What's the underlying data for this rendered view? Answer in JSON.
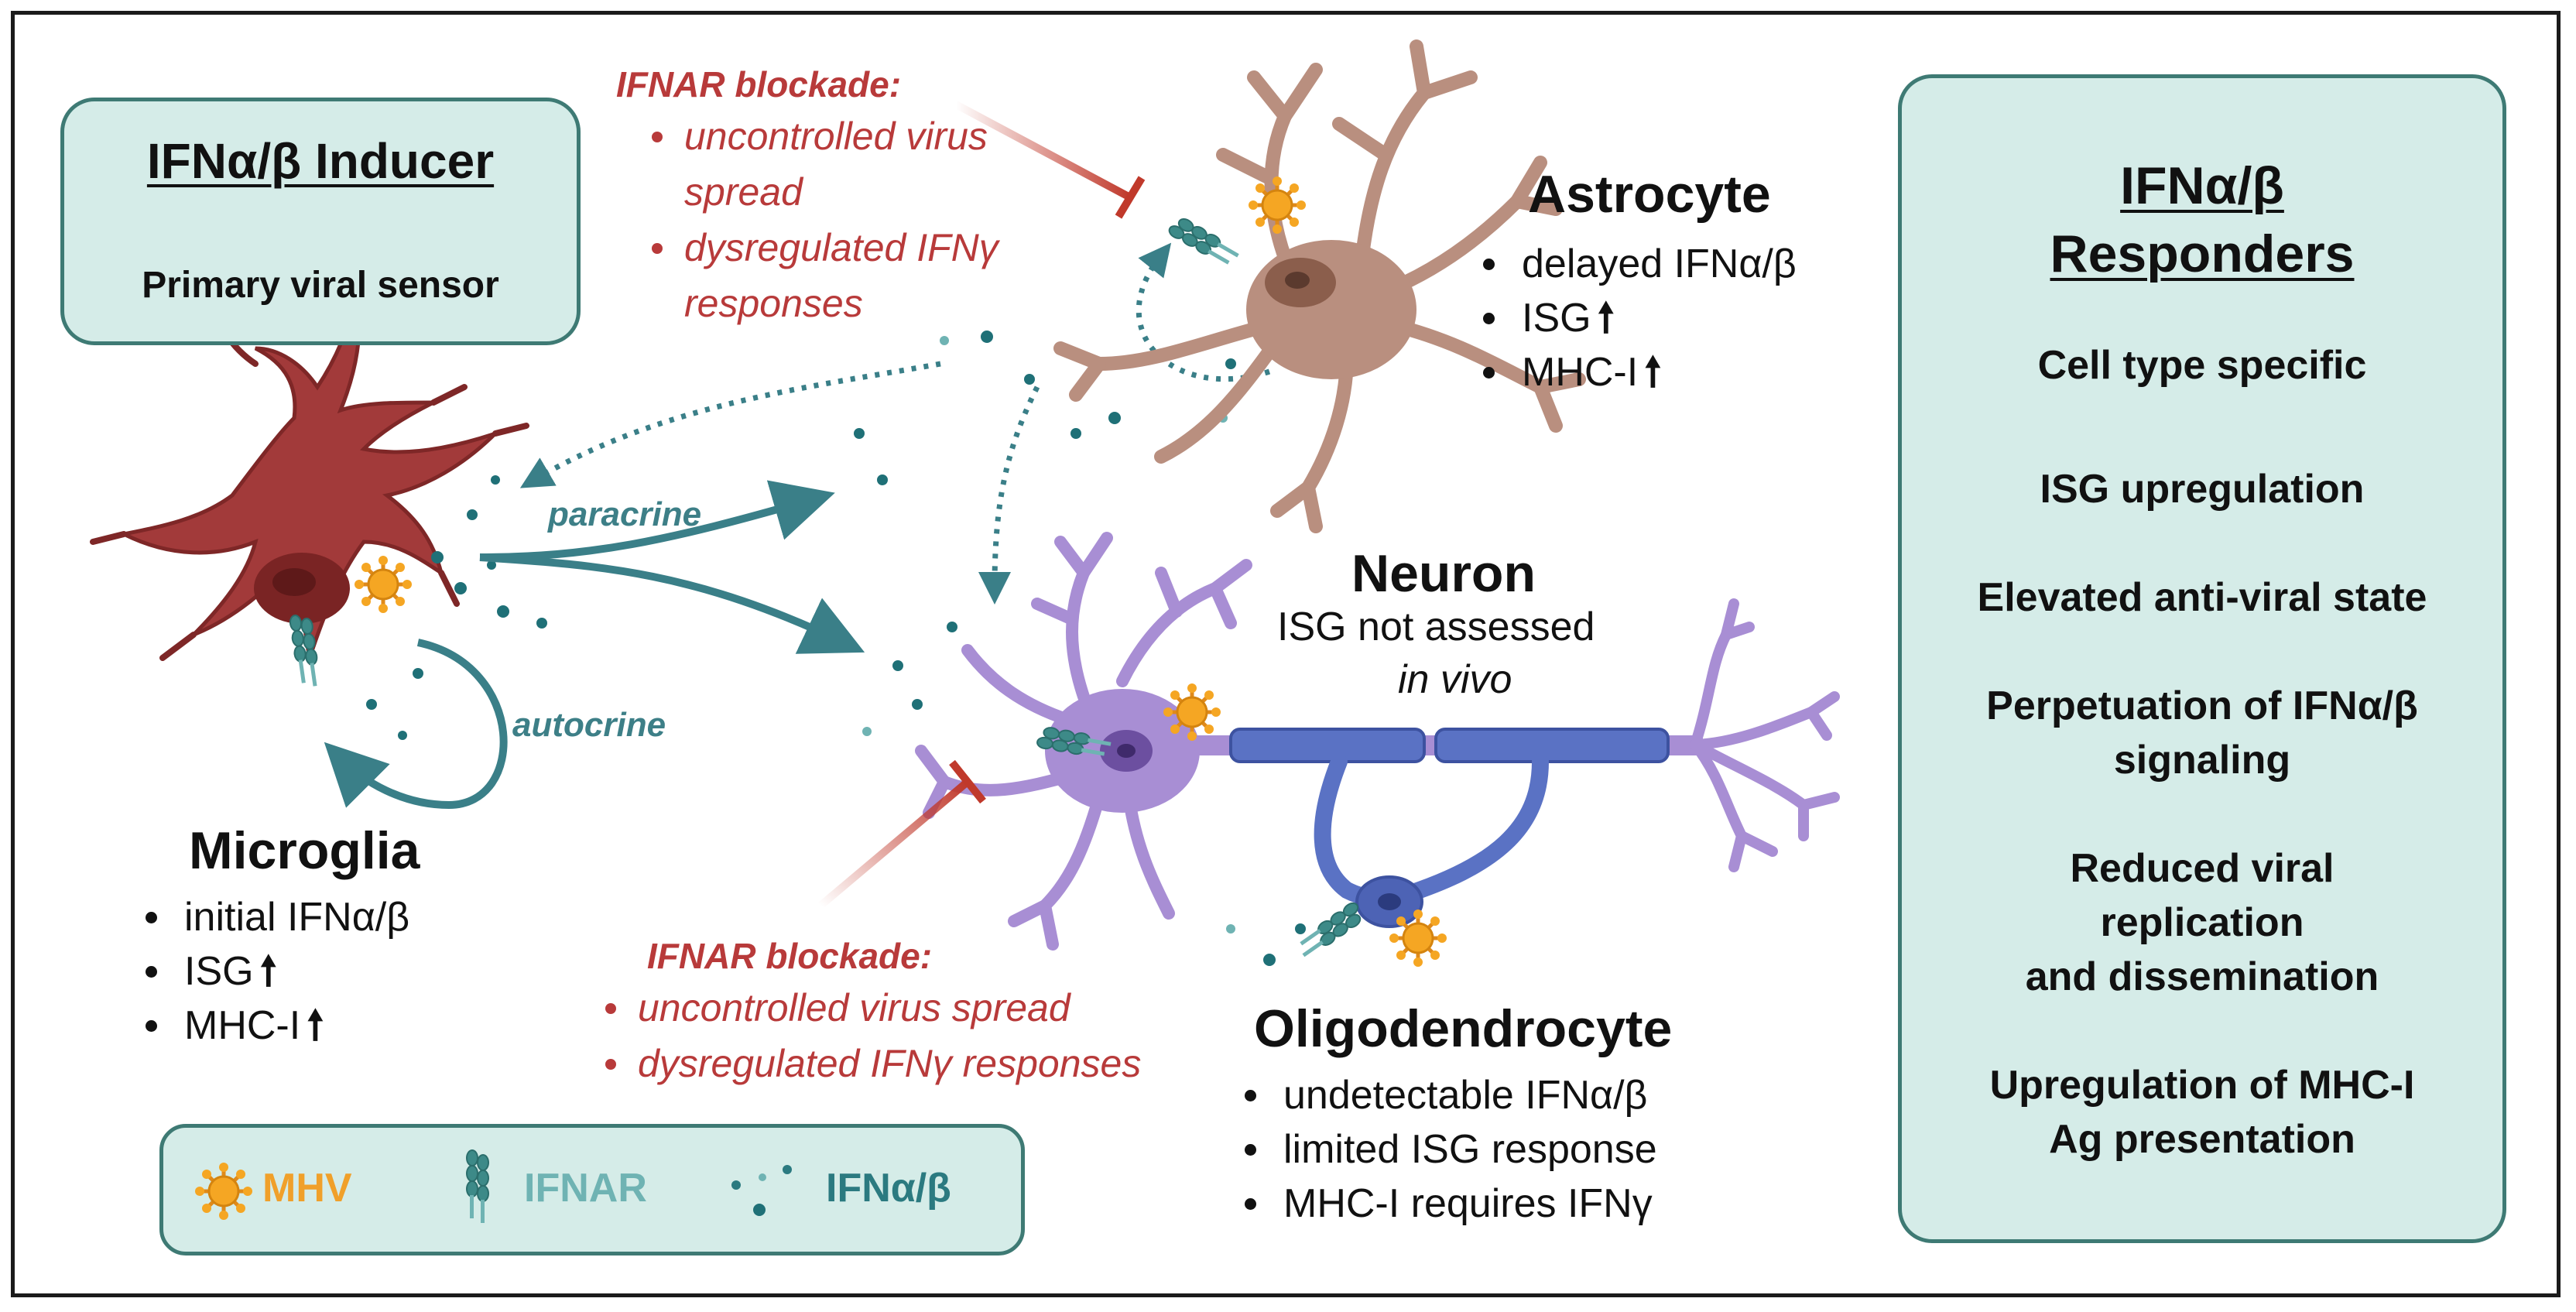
{
  "inducer_box": {
    "title": "IFNα/β Inducer",
    "subtitle": "Primary viral sensor"
  },
  "responders_box": {
    "title_line1": "IFNα/β",
    "title_line2": "Responders",
    "items": [
      [
        "Cell type specific"
      ],
      [
        "ISG upregulation"
      ],
      [
        "Elevated anti-viral state"
      ],
      [
        "Perpetuation of IFNα/β",
        "signaling"
      ],
      [
        "Reduced viral",
        "replication",
        "and dissemination"
      ],
      [
        "Upregulation of MHC-I",
        "Ag presentation"
      ]
    ]
  },
  "astrocyte": {
    "name": "Astrocyte",
    "bullets": [
      "delayed IFNα/β",
      "ISG",
      "MHC-I"
    ],
    "arrow_bullets": [
      false,
      true,
      true
    ]
  },
  "microglia": {
    "name": "Microglia",
    "bullets": [
      "initial IFNα/β",
      "ISG",
      "MHC-I"
    ],
    "arrow_bullets": [
      false,
      true,
      true
    ]
  },
  "neuron": {
    "name": "Neuron",
    "line1": "ISG not assessed",
    "line2": "in vivo"
  },
  "oligodendrocyte": {
    "name": "Oligodendrocyte",
    "bullets": [
      "undetectable IFNα/β",
      "limited ISG response",
      "MHC-I requires IFNγ"
    ]
  },
  "blockade_top": {
    "title": "IFNAR blockade:",
    "items": [
      "uncontrolled virus spread",
      "dysregulated IFNγ responses"
    ]
  },
  "blockade_bottom": {
    "title": "IFNAR blockade:",
    "items": [
      "uncontrolled virus spread",
      "dysregulated IFNγ responses"
    ]
  },
  "arrows": {
    "paracrine": "paracrine",
    "autocrine": "autocrine"
  },
  "legend": {
    "mhv": "MHV",
    "ifnar": "IFNAR",
    "ifn": "IFNα/β"
  },
  "colors": {
    "box_fill": "#d5ece8",
    "box_border": "#3e7a74",
    "microglia": "#9b3a3a",
    "astrocyte": "#b98f7f",
    "neuron": "#a88ed4",
    "oligodendrocyte": "#5a72c4",
    "blockade": "#b83a3a",
    "teal": "#2b7a80",
    "mhv": "#f0a02a"
  },
  "icons": [
    "mhv-virus-icon",
    "ifnar-receptor-icon",
    "ifn-dots-icon",
    "up-arrow-icon",
    "inhibition-arrow-icon"
  ]
}
